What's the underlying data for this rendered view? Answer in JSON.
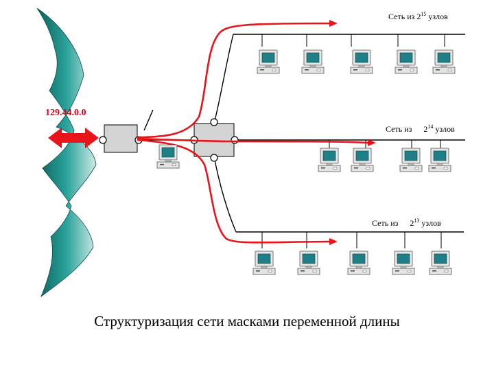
{
  "address": "129.44.0.0",
  "networks": [
    {
      "prefix": "Сеть из",
      "base": "2",
      "exponent": "15",
      "suffix": "узлов"
    },
    {
      "prefix": "Сеть из",
      "base": "2",
      "exponent": "14",
      "suffix": "узлов"
    },
    {
      "prefix": "Сеть из",
      "base": "2",
      "exponent": "13",
      "suffix": "узлов"
    }
  ],
  "caption": "Структуризация сети масками переменной длины",
  "colors": {
    "route": "#e8141a",
    "arrow": "#e8141a",
    "cable": "#000000",
    "device_fill": "#d4d4d4",
    "monitor_screen": "#1f7f86",
    "wave_fill": "#1e8a84"
  },
  "icons": [
    "router-icon",
    "switch-icon",
    "computer-icon",
    "double-arrow-icon",
    "decorative-wave"
  ]
}
